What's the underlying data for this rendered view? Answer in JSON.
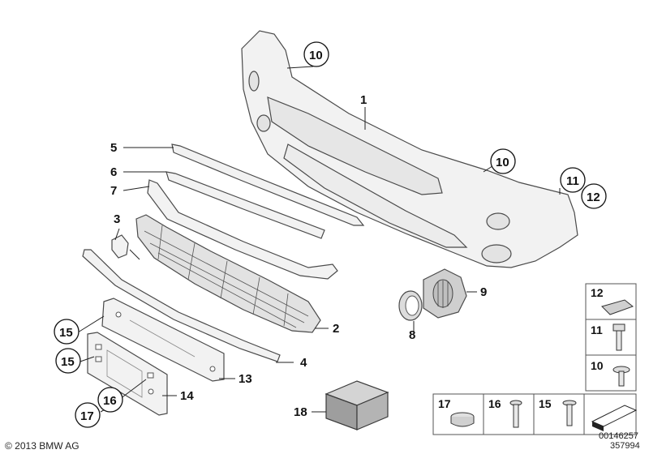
{
  "callouts": {
    "c1": "1",
    "c2": "2",
    "c3": "3",
    "c4": "4",
    "c5": "5",
    "c6": "6",
    "c7": "7",
    "c8": "8",
    "c9": "9",
    "c10a": "10",
    "c10b": "10",
    "c11": "11",
    "c12": "12",
    "c13": "13",
    "c14": "14",
    "c15a": "15",
    "c15b": "15",
    "c16": "16",
    "c17": "17",
    "c18": "18"
  },
  "legend": {
    "l12": "12",
    "l11": "11",
    "l10": "10",
    "l17": "17",
    "l16": "16",
    "l15": "15"
  },
  "footer": {
    "copyright": "© 2013 BMW AG",
    "code_a": "00146257",
    "code_b": "357994"
  }
}
